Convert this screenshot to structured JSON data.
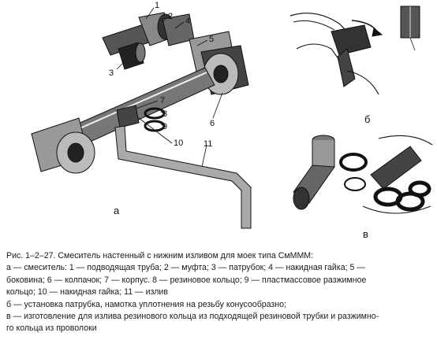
{
  "figure": {
    "callouts": [
      "1",
      "2",
      "3",
      "4",
      "5",
      "6",
      "7",
      "8",
      "9",
      "10",
      "11"
    ],
    "panel_labels": {
      "a": "а",
      "b": "б",
      "v": "в"
    }
  },
  "caption": {
    "lines": [
      "Рис. 1–2–27. Смеситель настенный с нижним изливом для моек типа СмМММ:",
      "а — смеситель: 1 — подводящая труба; 2 — муфта; 3 — патрубок; 4 — накидная гайка; 5 —",
      "боковина; 6 — колпачок; 7 — корпус. 8 — резиновое кольцо; 9 — пластмассовое разжимное",
      "кольцо; 10 — накидная гайка; 11 — излив",
      "б — установка патрубка, намотка уплотнения на резьбу конусообразно;",
      "в — изготовление для излива резинового кольца из подходящей резиновой трубки и разжимно-",
      "го кольца из проволоки"
    ]
  }
}
